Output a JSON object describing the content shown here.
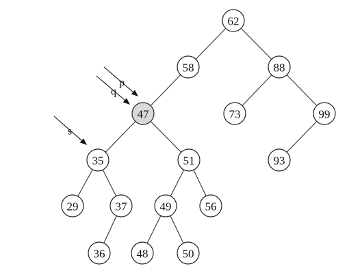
{
  "tree": {
    "nodes": [
      {
        "id": "n62",
        "label": "62",
        "highlight": false
      },
      {
        "id": "n58",
        "label": "58",
        "highlight": false
      },
      {
        "id": "n88",
        "label": "88",
        "highlight": false
      },
      {
        "id": "n47",
        "label": "47",
        "highlight": true
      },
      {
        "id": "n73",
        "label": "73",
        "highlight": false
      },
      {
        "id": "n99",
        "label": "99",
        "highlight": false
      },
      {
        "id": "n35",
        "label": "35",
        "highlight": false
      },
      {
        "id": "n51",
        "label": "51",
        "highlight": false
      },
      {
        "id": "n93",
        "label": "93",
        "highlight": false
      },
      {
        "id": "n29",
        "label": "29",
        "highlight": false
      },
      {
        "id": "n37",
        "label": "37",
        "highlight": false
      },
      {
        "id": "n49",
        "label": "49",
        "highlight": false
      },
      {
        "id": "n56",
        "label": "56",
        "highlight": false
      },
      {
        "id": "n36",
        "label": "36",
        "highlight": false
      },
      {
        "id": "n48",
        "label": "48",
        "highlight": false
      },
      {
        "id": "n50",
        "label": "50",
        "highlight": false
      }
    ],
    "edges": [
      [
        "n62",
        "n58"
      ],
      [
        "n62",
        "n88"
      ],
      [
        "n58",
        "n47"
      ],
      [
        "n88",
        "n73"
      ],
      [
        "n88",
        "n99"
      ],
      [
        "n47",
        "n35"
      ],
      [
        "n47",
        "n51"
      ],
      [
        "n99",
        "n93"
      ],
      [
        "n35",
        "n29"
      ],
      [
        "n35",
        "n37"
      ],
      [
        "n51",
        "n49"
      ],
      [
        "n51",
        "n56"
      ],
      [
        "n37",
        "n36"
      ],
      [
        "n49",
        "n48"
      ],
      [
        "n49",
        "n50"
      ]
    ],
    "pointers": [
      {
        "id": "p",
        "label": "p",
        "target": "n47"
      },
      {
        "id": "q",
        "label": "q",
        "target": "n47"
      },
      {
        "id": "s",
        "label": "s",
        "target": "n35"
      }
    ]
  }
}
